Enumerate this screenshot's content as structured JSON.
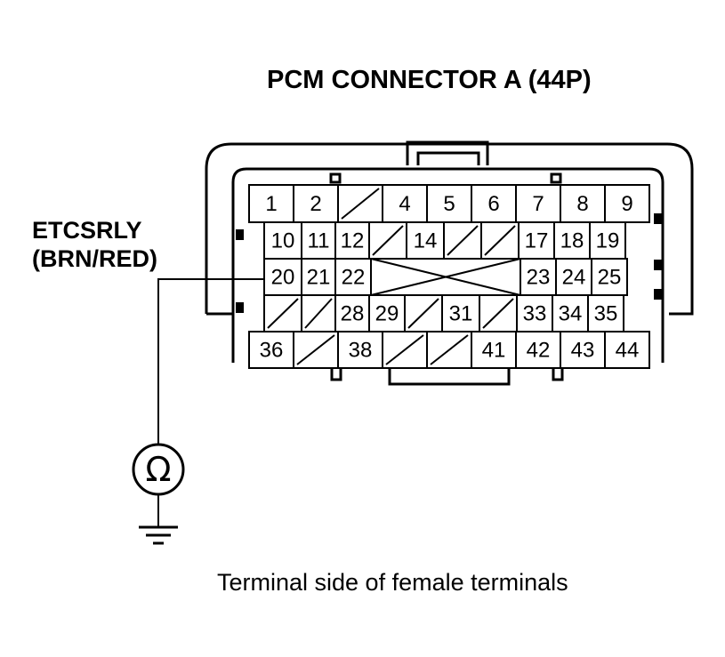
{
  "title": "PCM CONNECTOR A (44P)",
  "wire_label": {
    "line1": "ETCSRLY",
    "line2": "(BRN/RED)"
  },
  "caption": "Terminal side of female terminals",
  "ohmmeter_symbol": "Ω",
  "connector": {
    "rows": [
      {
        "cells": [
          {
            "label": "1"
          },
          {
            "label": "2"
          },
          {
            "empty": true
          },
          {
            "label": "4"
          },
          {
            "label": "5"
          },
          {
            "label": "6"
          },
          {
            "label": "7"
          },
          {
            "label": "8"
          },
          {
            "label": "9"
          }
        ]
      },
      {
        "cells": [
          {
            "label": "10"
          },
          {
            "label": "11"
          },
          {
            "label": "12"
          },
          {
            "empty": true
          },
          {
            "label": "14"
          },
          {
            "empty": true
          },
          {
            "empty": true
          },
          {
            "label": "17"
          },
          {
            "label": "18"
          },
          {
            "label": "19"
          }
        ]
      },
      {
        "cells": [
          {
            "label": "20",
            "probed": true
          },
          {
            "label": "21"
          },
          {
            "label": "22"
          },
          {
            "missing": true
          },
          {
            "label": "23"
          },
          {
            "label": "24"
          },
          {
            "label": "25"
          }
        ]
      },
      {
        "cells": [
          {
            "empty": true
          },
          {
            "empty": true
          },
          {
            "label": "28"
          },
          {
            "label": "29"
          },
          {
            "empty": true
          },
          {
            "label": "31"
          },
          {
            "empty": true
          },
          {
            "label": "33"
          },
          {
            "label": "34"
          },
          {
            "label": "35"
          }
        ]
      },
      {
        "cells": [
          {
            "label": "36"
          },
          {
            "empty": true
          },
          {
            "label": "38"
          },
          {
            "empty": true
          },
          {
            "empty": true
          },
          {
            "label": "41"
          },
          {
            "label": "42"
          },
          {
            "label": "43"
          },
          {
            "label": "44"
          }
        ]
      }
    ]
  }
}
